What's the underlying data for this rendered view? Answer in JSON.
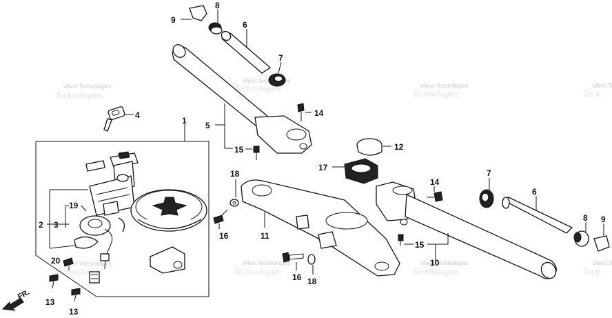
{
  "callouts": {
    "c1": "1",
    "c2": "2",
    "c3": "3",
    "c4": "4",
    "c5": "5",
    "c6a": "6",
    "c6b": "6",
    "c7a": "7",
    "c7b": "7",
    "c8a": "8",
    "c8b": "8",
    "c9a": "9",
    "c9b": "9",
    "c10": "10",
    "c11": "11",
    "c12": "12",
    "c13a": "13",
    "c13b": "13",
    "c14a": "14",
    "c14b": "14",
    "c15a": "15",
    "c15b": "15",
    "c16a": "16",
    "c16b": "16",
    "c17": "17",
    "c18a": "18",
    "c18b": "18",
    "c19": "19",
    "c20": "20"
  },
  "direction_label": "FR.",
  "watermark": "vNext Technologies",
  "colors": {
    "ink": "#111111",
    "paper": "#ffffff",
    "watermark": "#c8c8c8"
  }
}
